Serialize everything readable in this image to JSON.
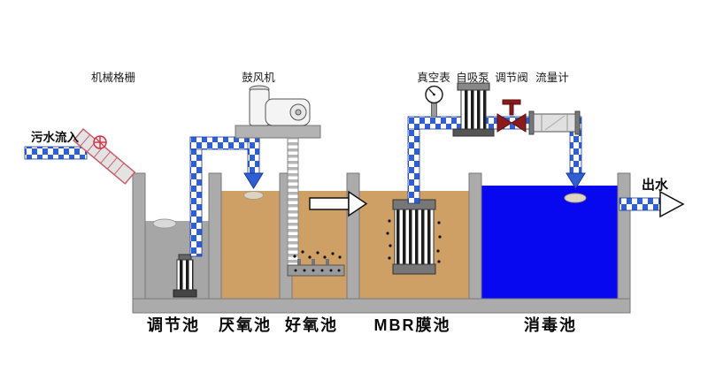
{
  "labels": {
    "inflow": "污水流入",
    "mechanical_screen": "机械格栅",
    "blower": "鼓风机",
    "vacuum_gauge": "真空表",
    "self_priming_pump": "自吸泵",
    "regulating_valve": "调节阀",
    "flow_meter": "流量计",
    "outflow": "出水"
  },
  "tanks": [
    {
      "label": "调节池"
    },
    {
      "label": "厌氧池"
    },
    {
      "label": "好氧池"
    },
    {
      "label": "MBR膜池"
    },
    {
      "label": "消毒池"
    }
  ],
  "colors": {
    "water_tan": "#cfa065",
    "water_blue": "#0808f0",
    "water_gray": "#a6a6a6",
    "wall_gray": "#ababab",
    "pipe_blue": "#2f5fd2",
    "arrow_blue": "#2f5fd2",
    "screen_pink": "#c95e6c"
  }
}
